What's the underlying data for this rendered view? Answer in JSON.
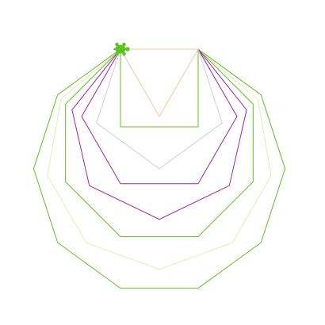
{
  "scene": {
    "background": "#ffffff",
    "shapes": [
      {
        "name": "polygon-10-sides",
        "sides": 10,
        "color": "#5cc21e"
      },
      {
        "name": "polygon-9-sides",
        "sides": 9,
        "color": "#e6ecb0"
      },
      {
        "name": "polygon-8-sides",
        "sides": 8,
        "color": "#5cc21e"
      },
      {
        "name": "polygon-7-sides",
        "sides": 7,
        "color": "#a020a8"
      },
      {
        "name": "polygon-6-sides",
        "sides": 6,
        "color": "#a020a8"
      },
      {
        "name": "polygon-5-sides",
        "sides": 5,
        "color": "#d0d0d0"
      },
      {
        "name": "polygon-4-sides",
        "sides": 4,
        "color": "#5cc21e"
      },
      {
        "name": "polygon-3-sides",
        "sides": 3,
        "color": "#f0c8a8"
      }
    ],
    "turtle": {
      "icon": "turtle-icon",
      "color": "#5cc21e"
    }
  }
}
